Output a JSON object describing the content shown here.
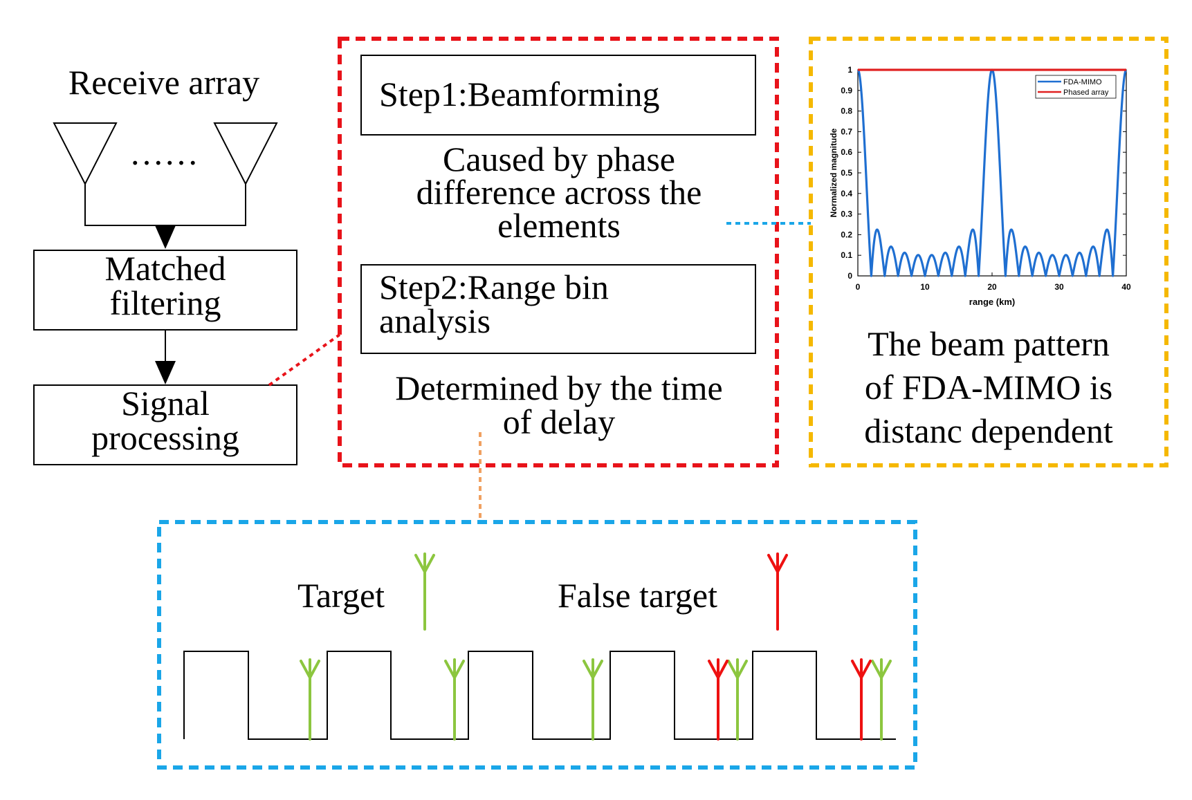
{
  "left_chain": {
    "receive_array_label": "Receive array",
    "ellipsis": "……",
    "matched_filter_line1": "Matched",
    "matched_filter_line2": "filtering",
    "signal_processing_line1": "Signal",
    "signal_processing_line2": "processing"
  },
  "steps_panel": {
    "step1_label": "Step1:Beamforming",
    "step1_caption_line1": "Caused by phase",
    "step1_caption_line2": "difference across the",
    "step1_caption_line3": "elements",
    "step2_label_line1": "Step2:Range bin",
    "step2_label_line2": "analysis",
    "step2_caption_line1": "Determined by the time",
    "step2_caption_line2": "of delay"
  },
  "beam_panel": {
    "caption_line1": "The beam pattern",
    "caption_line2": "of FDA-MIMO is",
    "caption_line3": "distanc dependent"
  },
  "range_panel": {
    "target_label": "Target",
    "false_target_label": "False target"
  },
  "colors": {
    "red_dashed_border": "#e8131a",
    "yellow_dashed_border": "#f5b800",
    "blue_dashed_border": "#1aa6e8",
    "orange_connector": "#f0a060",
    "target_green": "#8cc63f",
    "false_target_red": "#ee1111",
    "fda_mimo_line": "#1f6fd1",
    "phased_array_line": "#e02020"
  },
  "chart_data": {
    "type": "line",
    "title": "",
    "xlabel": "range (km)",
    "ylabel": "Normalized magnitude",
    "xlim": [
      0,
      40
    ],
    "ylim": [
      0,
      1
    ],
    "xticks": [
      0,
      10,
      20,
      30,
      40
    ],
    "yticks": [
      0,
      0.1,
      0.2,
      0.3,
      0.4,
      0.5,
      0.6,
      0.7,
      0.8,
      0.9,
      1
    ],
    "legend_position": "top-right",
    "series": [
      {
        "name": "FDA-MIMO",
        "color": "#1f6fd1",
        "pattern": "periodic array factor, mainlobe peaks at 0, 20 and 40 km, sidelobes about 0.1–0.22",
        "period_km": 20,
        "elements": 10
      },
      {
        "name": "Phased array",
        "color": "#e02020",
        "x": [
          0,
          40
        ],
        "y": [
          1,
          1
        ]
      }
    ]
  }
}
